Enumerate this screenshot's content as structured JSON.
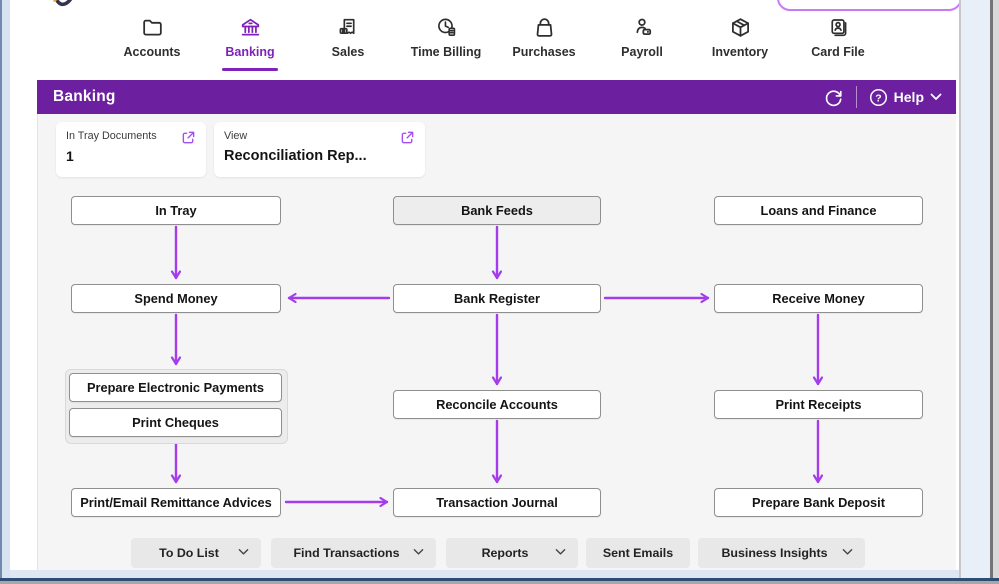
{
  "colors": {
    "header_purple": "#6C1F9E",
    "accent_purple": "#7E22BA",
    "arrow_purple": "#A43CEC",
    "link_purple": "#A64FF0",
    "frame_blue": "#d8e3f1"
  },
  "nav": {
    "tabs": [
      {
        "label": "Accounts",
        "icon": "folder-icon",
        "active": false
      },
      {
        "label": "Banking",
        "icon": "bank-icon",
        "active": true
      },
      {
        "label": "Sales",
        "icon": "receipt-icon",
        "active": false
      },
      {
        "label": "Time Billing",
        "icon": "clock-document-icon",
        "active": false
      },
      {
        "label": "Purchases",
        "icon": "bag-icon",
        "active": false
      },
      {
        "label": "Payroll",
        "icon": "person-badge-icon",
        "active": false
      },
      {
        "label": "Inventory",
        "icon": "cube-icon",
        "active": false
      },
      {
        "label": "Card File",
        "icon": "id-card-icon",
        "active": false
      }
    ]
  },
  "header": {
    "title": "Banking",
    "help_label": "Help"
  },
  "summary_cards": [
    {
      "label": "In Tray Documents",
      "value": "1",
      "icon": "external-link-icon"
    },
    {
      "label": "View",
      "value": "Reconciliation Rep...",
      "icon": "external-link-icon"
    }
  ],
  "flowchart": {
    "boxes": [
      {
        "id": "in-tray",
        "label": "In Tray"
      },
      {
        "id": "bank-feeds",
        "label": "Bank Feeds"
      },
      {
        "id": "loans-and-finance",
        "label": "Loans and Finance"
      },
      {
        "id": "spend-money",
        "label": "Spend Money"
      },
      {
        "id": "bank-register",
        "label": "Bank Register"
      },
      {
        "id": "receive-money",
        "label": "Receive Money"
      },
      {
        "id": "prepare-electronic-payments",
        "label": "Prepare Electronic Payments"
      },
      {
        "id": "print-cheques",
        "label": "Print Cheques"
      },
      {
        "id": "reconcile-accounts",
        "label": "Reconcile Accounts"
      },
      {
        "id": "print-receipts",
        "label": "Print Receipts"
      },
      {
        "id": "print-email-remittance-advices",
        "label": "Print/Email Remittance Advices"
      },
      {
        "id": "transaction-journal",
        "label": "Transaction Journal"
      },
      {
        "id": "prepare-bank-deposit",
        "label": "Prepare Bank Deposit"
      }
    ]
  },
  "footer": {
    "buttons": [
      {
        "label": "To Do List",
        "has_dropdown": true
      },
      {
        "label": "Find Transactions",
        "has_dropdown": true
      },
      {
        "label": "Reports",
        "has_dropdown": true
      },
      {
        "label": "Sent Emails",
        "has_dropdown": false
      },
      {
        "label": "Business Insights",
        "has_dropdown": true
      }
    ]
  }
}
